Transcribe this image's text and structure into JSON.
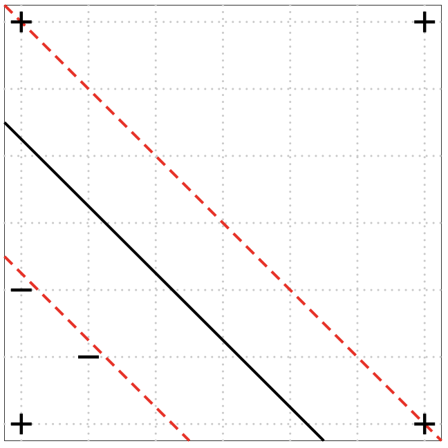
{
  "chart_data": {
    "type": "scatter",
    "title": "",
    "xlabel": "",
    "ylabel": "",
    "xlim": [
      -0.25,
      6.25
    ],
    "ylim": [
      -0.25,
      6.25
    ],
    "grid": true,
    "points": [
      {
        "x": 0,
        "y": 6,
        "label": "+"
      },
      {
        "x": 6,
        "y": 6,
        "label": "+"
      },
      {
        "x": 0,
        "y": 0,
        "label": "+"
      },
      {
        "x": 6,
        "y": 0,
        "label": "+"
      },
      {
        "x": 0,
        "y": 2,
        "label": "−"
      },
      {
        "x": 1,
        "y": 1,
        "label": "−"
      }
    ],
    "lines": [
      {
        "style": "solid",
        "color": "#000000",
        "y_intercept": 4.25,
        "slope": -1
      },
      {
        "style": "dashed",
        "color": "#e63228",
        "y_intercept": 6,
        "slope": -1
      },
      {
        "style": "dashed",
        "color": "#e63228",
        "y_intercept": 2.25,
        "slope": -1
      }
    ]
  }
}
